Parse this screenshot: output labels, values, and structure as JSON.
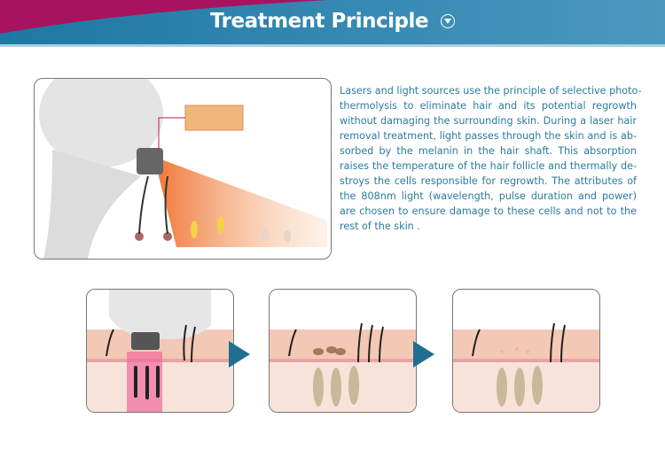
{
  "header": {
    "title": "Treatment Principle",
    "icon": "chevron-down-circle-icon"
  },
  "description": {
    "lines": [
      "Lasers and light sources use the principle of selective photo-",
      "thermolysis to eliminate hair and its potential regrowth",
      "without damaging the surrounding skin. During a laser hair",
      "removal treatment, light passes through the skin and is ab-",
      "sorbed by the melanin in the hair shaft. This absorption",
      "raises the temperature of the hair follicle and thermally de-",
      "stroys the cells responsible for regrowth. The attributes of",
      "the 808nm light (wavelength, pulse duration and power)",
      "are chosen to ensure damage to these cells and not to the",
      "rest of the skin ."
    ]
  },
  "colors": {
    "header_blue": "#1d78a3",
    "header_magenta": "#a8135f",
    "text": "#2a7ba0",
    "arrow": "#1f6f93"
  }
}
